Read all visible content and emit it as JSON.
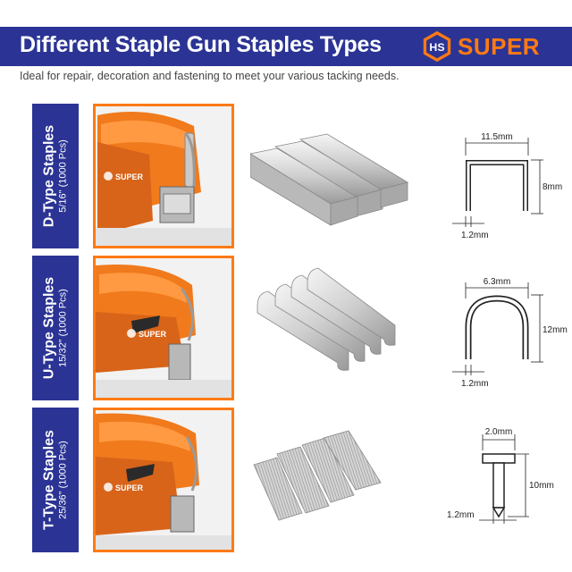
{
  "header": {
    "title": "Different Staple Gun Staples Types",
    "brand_name": "SUPER",
    "brand_logo_text": "HS"
  },
  "subtitle": "Ideal for repair, decoration and fastening to meet your various tacking needs.",
  "colors": {
    "navy": "#2b3494",
    "orange": "#ff7a14"
  },
  "rows": [
    {
      "name": "D-Type Staples",
      "spec": "5/16\" (1000 Pcs)",
      "tool_brand": "SUPER",
      "dims": {
        "width": "11.5mm",
        "height": "8mm",
        "thickness": "1.2mm"
      }
    },
    {
      "name": "U-Type Staples",
      "spec": "15/32\" (1000 Pcs)",
      "tool_brand": "SUPER",
      "dims": {
        "width": "6.3mm",
        "height": "12mm",
        "thickness": "1.2mm"
      }
    },
    {
      "name": "T-Type Staples",
      "spec": "25/36\" (1000 Pcs)",
      "tool_brand": "SUPER",
      "dims": {
        "width": "2.0mm",
        "height": "10mm",
        "thickness": "1.2mm"
      }
    }
  ]
}
